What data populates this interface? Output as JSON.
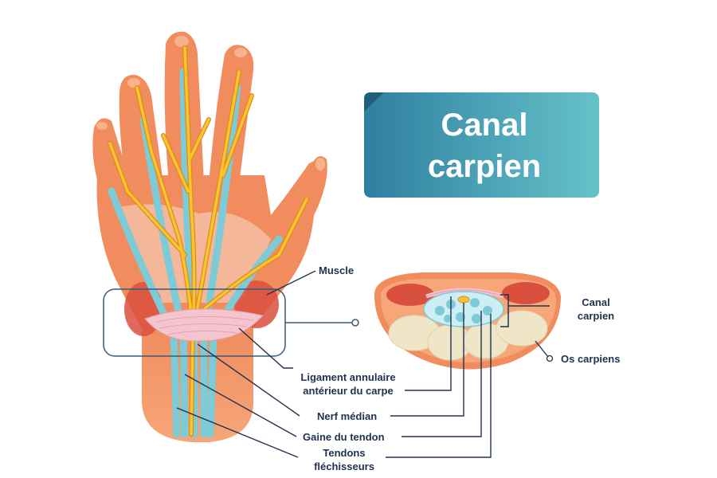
{
  "title": {
    "line1": "Canal",
    "line2": "carpien"
  },
  "labels": {
    "muscle": "Muscle",
    "canal_line1": "Canal",
    "canal_line2": "carpien",
    "os_carpiens": "Os carpiens",
    "ligament_line1": "Ligament annulaire",
    "ligament_line2": "antérieur du carpe",
    "nerf_median": "Nerf médian",
    "gaine_tendon": "Gaine du tendon",
    "tendons_line1": "Tendons",
    "tendons_line2": "fléchisseurs"
  },
  "colors": {
    "skin": "#f08c5e",
    "skin_light": "#f6b38b",
    "tendon": "#7ccbd6",
    "nerve": "#f7c530",
    "nerve_outline": "#e08a1c",
    "muscle": "#d9503f",
    "ligament": "#f4c4cf",
    "bone": "#efe6c8",
    "title_gradient_start": "#2f7fa0",
    "title_gradient_end": "#66c2c9",
    "label_text": "#20324f",
    "zoom_frame": "#3a5a75"
  }
}
